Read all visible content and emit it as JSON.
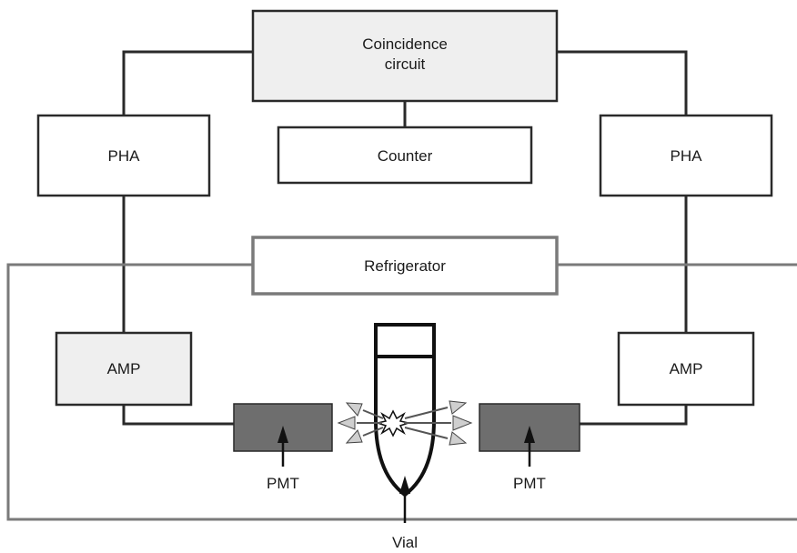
{
  "diagram": {
    "coincidence_line1": "Coincidence",
    "coincidence_line2": "circuit",
    "counter": "Counter",
    "pha_left": "PHA",
    "pha_right": "PHA",
    "refrigerator": "Refrigerator",
    "amp_left": "AMP",
    "amp_right": "AMP",
    "pmt_left": "PMT",
    "pmt_right": "PMT",
    "vial": "Vial"
  },
  "colors": {
    "line": "#2a2a2a",
    "box_fill_light": "#efefef",
    "box_fill_white": "#ffffff",
    "pmt_fill": "#6e6e6e",
    "refrigerator_outline": "#7a7a7a",
    "arrow_fill": "#cfcfcf"
  },
  "icons": {
    "scintillation_flash": "starburst-icon",
    "light_photons": "arrow-icon"
  }
}
